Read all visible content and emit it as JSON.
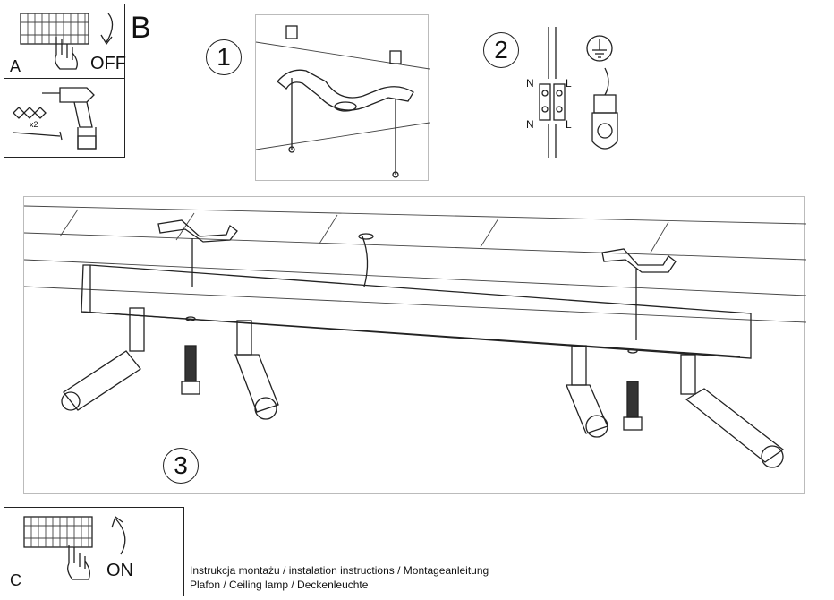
{
  "step_a": {
    "letter": "A",
    "word": "OFF"
  },
  "step_b": {
    "letter": "B"
  },
  "step_c": {
    "letter": "C",
    "word": "ON"
  },
  "drill_count_label": "x2",
  "step_numbers": {
    "one": "1",
    "two": "2",
    "three": "3"
  },
  "wiring": {
    "n_top": "N",
    "l_top": "L",
    "n_bottom": "N",
    "l_bottom": "L"
  },
  "caption": {
    "line1": "Instrukcja montażu / instalation instructions / Montageanleitung",
    "line2": "Plafon / Ceiling lamp / Deckenleuchte"
  },
  "icons": [
    "breaker-panel-icon",
    "hand-icon",
    "curved-arrow-down-icon",
    "curved-arrow-up-icon",
    "drill-icon",
    "wall-plug-icon",
    "screw-icon",
    "ground-symbol-icon",
    "terminal-block-icon",
    "mounting-bracket-icon",
    "ceiling-lamp-icon"
  ]
}
